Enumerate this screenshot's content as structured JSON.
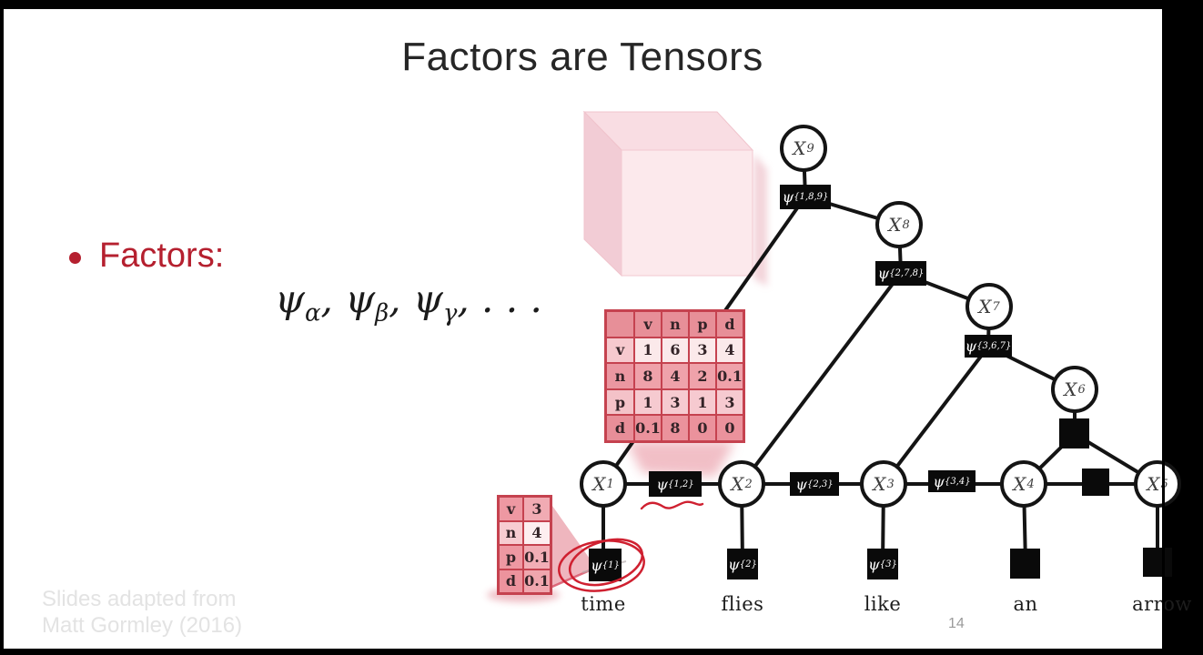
{
  "slide": {
    "title": "Factors are Tensors",
    "bullet_label": "Factors:",
    "math": {
      "segments": [
        {
          "base": "ψ",
          "sub": "α"
        },
        {
          "base": "ψ",
          "sub": "β"
        },
        {
          "base": "ψ",
          "sub": "γ"
        }
      ],
      "comma": ", ",
      "ellipsis": ", . . ."
    },
    "attribution_line1": "Slides adapted from",
    "attribution_line2": "Matt Gormley (2016)",
    "page_number": "14"
  },
  "big_table": {
    "header": [
      "",
      "v",
      "n",
      "p",
      "d"
    ],
    "rows": [
      {
        "label": "v",
        "values": [
          "1",
          "6",
          "3",
          "4"
        ]
      },
      {
        "label": "n",
        "values": [
          "8",
          "4",
          "2",
          "0.1"
        ]
      },
      {
        "label": "p",
        "values": [
          "1",
          "3",
          "1",
          "3"
        ]
      },
      {
        "label": "d",
        "values": [
          "0.1",
          "8",
          "0",
          "0"
        ]
      }
    ]
  },
  "small_table": {
    "rows": [
      {
        "label": "v",
        "value": "3"
      },
      {
        "label": "n",
        "value": "4"
      },
      {
        "label": "p",
        "value": "0.1"
      },
      {
        "label": "d",
        "value": "0.1"
      }
    ]
  },
  "graph": {
    "variables": [
      {
        "base": "X",
        "sub": "1"
      },
      {
        "base": "X",
        "sub": "2"
      },
      {
        "base": "X",
        "sub": "3"
      },
      {
        "base": "X",
        "sub": "4"
      },
      {
        "base": "X",
        "sub": "5"
      },
      {
        "base": "X",
        "sub": "6"
      },
      {
        "base": "X",
        "sub": "7"
      },
      {
        "base": "X",
        "sub": "8"
      },
      {
        "base": "X",
        "sub": "9"
      }
    ],
    "factors": [
      {
        "base": "ψ",
        "sub": "{1,8,9}"
      },
      {
        "base": "ψ",
        "sub": "{2,7,8}"
      },
      {
        "base": "ψ",
        "sub": "{3,6,7}"
      },
      {
        "base": "ψ",
        "sub": "{1,2}"
      },
      {
        "base": "ψ",
        "sub": "{2,3}"
      },
      {
        "base": "ψ",
        "sub": "{3,4}"
      },
      {
        "base": "ψ",
        "sub": "{1}"
      },
      {
        "base": "ψ",
        "sub": "{2}"
      },
      {
        "base": "ψ",
        "sub": "{3}"
      }
    ],
    "words": [
      "time",
      "flies",
      "like",
      "an",
      "arrow"
    ]
  },
  "colors": {
    "accent_red": "#b5202f",
    "annotation_red": "#cf2030",
    "table_border": "#c5424f",
    "cube_pink": "#fce9ec",
    "line_black": "#141414"
  }
}
